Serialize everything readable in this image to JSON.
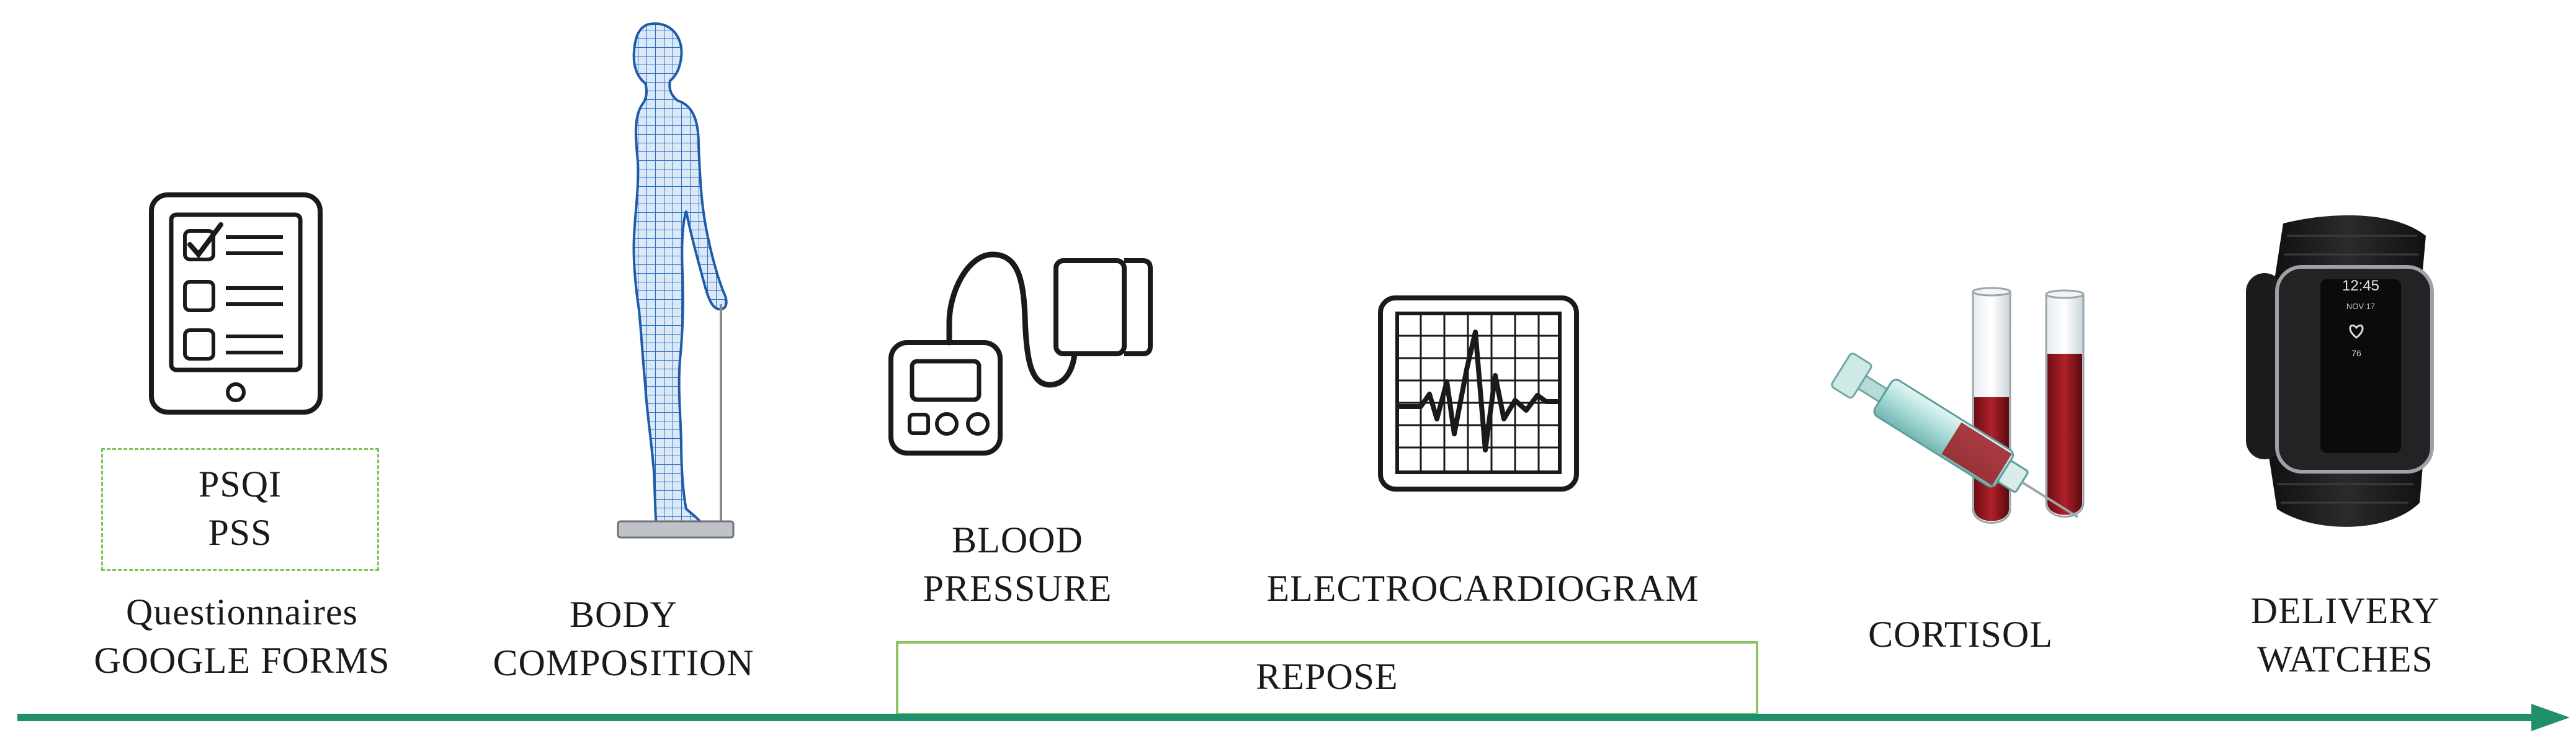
{
  "steps": {
    "questionnaires": {
      "box_lines": [
        "PSQI",
        "PSS"
      ],
      "label_lines": [
        "Questionnaires",
        "GOOGLE FORMS"
      ],
      "icon": "tablet-checklist-icon"
    },
    "body": {
      "label_lines": [
        "BODY",
        "COMPOSITION"
      ],
      "icon": "human-body-mesh-icon"
    },
    "blood_pressure": {
      "label_lines": [
        "BLOOD",
        "PRESSURE"
      ],
      "icon": "blood-pressure-monitor-icon"
    },
    "ecg": {
      "label_lines": [
        "ELECTROCARDIOGRAM"
      ],
      "icon": "ecg-monitor-icon"
    },
    "cortisol": {
      "label_lines": [
        "CORTISOL"
      ],
      "icon": "syringe-test-tubes-icon"
    },
    "watches": {
      "label_lines": [
        "DELIVERY",
        "WATCHES"
      ],
      "icon": "fitness-watch-icon",
      "watch_time": "12:45",
      "watch_date": "NOV 17",
      "watch_hr": "76"
    }
  },
  "repose": {
    "label": "REPOSE"
  },
  "colors": {
    "timeline": "#1f8f6c",
    "box_border": "#8dc460",
    "mesh": "#2a6fc4"
  }
}
